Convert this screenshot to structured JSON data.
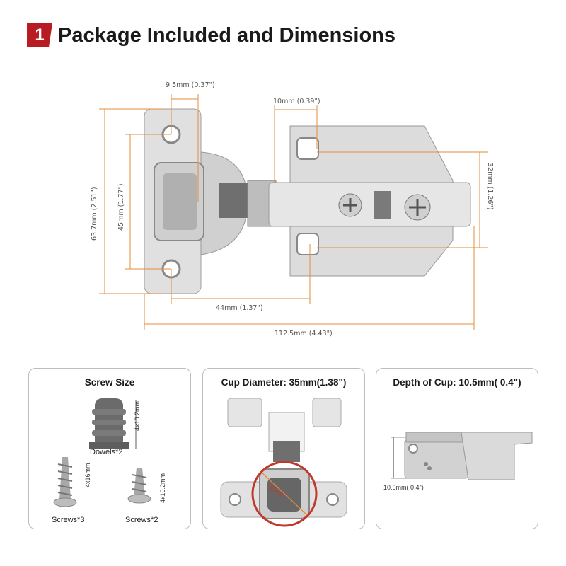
{
  "header": {
    "badge": "1",
    "title": "Package Included and Dimensions"
  },
  "dimensions": {
    "top_small": "9.5mm (0.37\")",
    "top_right": "10mm (0.39\")",
    "left_outer": "63.7mm (2.51\")",
    "left_inner": "45mm (1.77\")",
    "right": "32mm (1.26\")",
    "bottom_inner": "44mm (1.37\")",
    "bottom_outer": "112.5mm (4.43\")"
  },
  "cards": {
    "screw": {
      "title": "Screw Size",
      "dowel_label": "Dowels*2",
      "dowel_size": "4x10.2mm",
      "screw1_label": "Screws*3",
      "screw1_size": "4x16mm",
      "screw2_label": "Screws*2",
      "screw2_size": "4x10.2mm"
    },
    "cup": {
      "title": "Cup Diameter: 35mm(1.38\")",
      "diameter_label": "35mm"
    },
    "depth": {
      "title": "Depth of Cup: 10.5mm( 0.4\")",
      "depth_label": "10.5mm( 0.4\")"
    }
  },
  "colors": {
    "accent": "#b81c22",
    "dimension_line": "#e58e3a",
    "metal": "#d9d9d9"
  }
}
